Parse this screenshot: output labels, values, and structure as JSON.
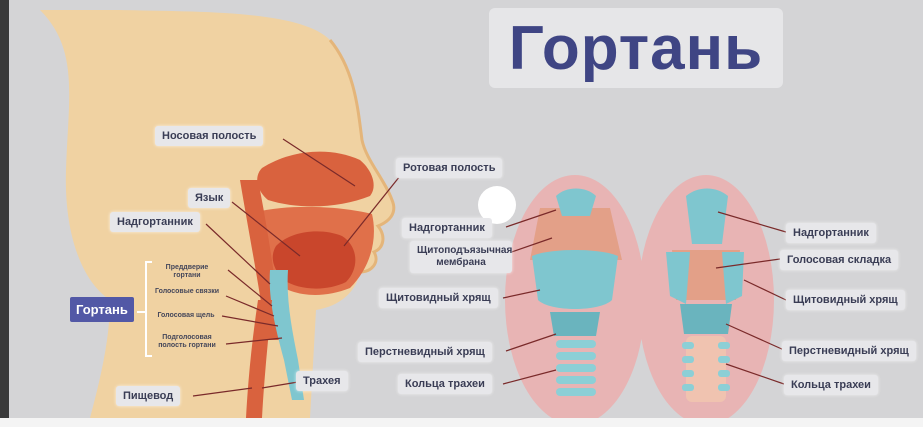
{
  "title": "Гортань",
  "labels": {
    "nasal_cavity": "Носовая полость",
    "oral_cavity": "Ротовая полость",
    "tongue": "Язык",
    "epiglottis_left": "Надгортанник",
    "larynx": "Гортань",
    "vestibule": "Преддверие гортани",
    "vocal_cords": "Голосовые связки",
    "glottis": "Голосовая щель",
    "subglottic": "Подголосовая полость гортани",
    "esophagus": "Пищевод",
    "trachea": "Трахея",
    "epiglottis_mid": "Надгортанник",
    "thyrohyoid": "Щитоподъязычная мембрана",
    "thyroid_mid": "Щитовидный хрящ",
    "cricoid_mid": "Перстневидный хрящ",
    "rings_mid": "Кольца трахеи",
    "epiglottis_right": "Надгортанник",
    "vocal_fold": "Голосовая складка",
    "thyroid_right": "Щитовидный хрящ",
    "cricoid_right": "Перстневидный хрящ",
    "rings_right": "Кольца трахеи"
  },
  "colors": {
    "title": "#3f4584",
    "label_bg": "#e7e7ea",
    "larynx_tag": "#5258a6",
    "skin": "#f0d2a2",
    "tissue": "#d9623e",
    "cartilage": "#7fc6cf",
    "muscle": "#e3a088",
    "leader": "#7a2a2a"
  }
}
